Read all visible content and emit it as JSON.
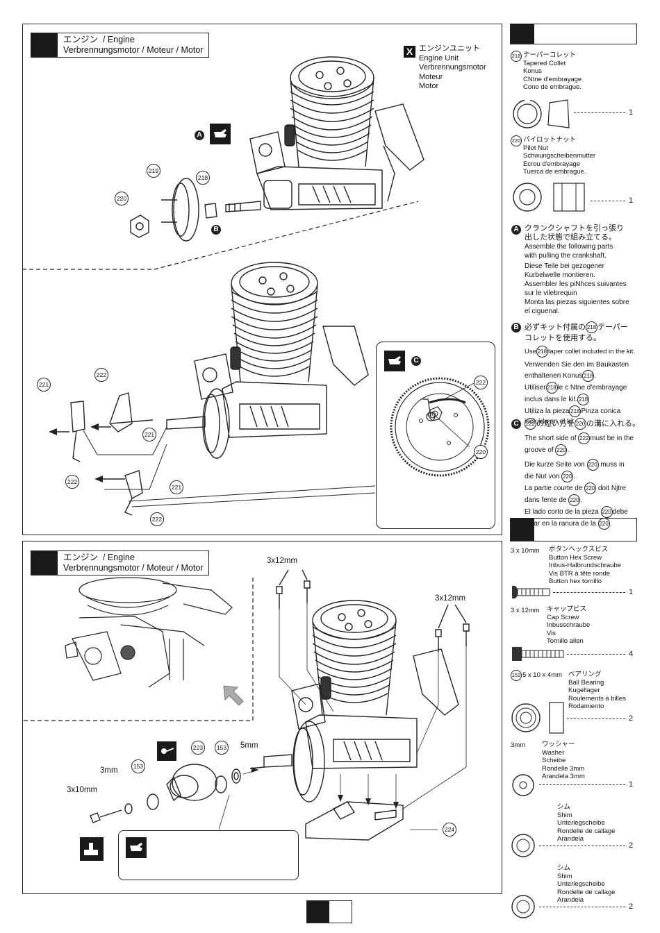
{
  "section1": {
    "title_ja": "エンジン",
    "title_en": "/ Engine",
    "title_rest": "Verbrennungsmotor / Moteur / Motor",
    "engine_unit": [
      "エンジンユニット",
      "Engine Unit",
      "Verbrennungsmotor",
      "Moteur",
      "Motor"
    ],
    "callouts": [
      "219",
      "218",
      "220",
      "222",
      "221",
      "222",
      "221",
      "221",
      "222",
      "222",
      "220"
    ],
    "letters": {
      "a": "A",
      "b": "B",
      "c": "C",
      "x": "X"
    }
  },
  "parts1": {
    "p218_num": "218",
    "p218": [
      "テーパーコレット",
      "Tapered Collet",
      "Konus",
      "CNtne d'embrayage",
      "Cono de embrague."
    ],
    "p218_qty": "1",
    "p220_num": "220",
    "p220": [
      "パイロットナット",
      "Pilot Nut",
      "Schwungscheibenmutter",
      "Ecrou d'embrayage",
      "Tuerca de embrague."
    ],
    "p220_qty": "1"
  },
  "notes": {
    "a_letter": "A",
    "a": [
      "クランクシャフトを引っ張り",
      "出した状態で組み立てる。",
      "Assemble the following parts",
      "with pulling the crankshaft.",
      "Diese Teile bei gezogener",
      "Kurbelwelle montieren.",
      "Assembler les piNhces suivantes",
      "sur le vilebrequin",
      "Monta las piezas siguientes sobre",
      "el ciguenal."
    ],
    "b_letter": "B",
    "b_ja1": "必ずキット付属の",
    "b_ja1b": "テーパー",
    "b_ja2": "コレットを使用する。",
    "b_en_pre": "Use",
    "b_en_post": "taper collet included in the kit.",
    "b_de1": "Verwenden Sie den im Baukasten",
    "b_de2": "enthaltenen Konus",
    "b_fr1_pre": "Utiliser",
    "b_fr1_post": "le c Ntne d'embrayage",
    "b_fr2": "inclus dans le kit.",
    "b_es1_pre": "Utiliza la pieza",
    "b_es1_post": "Pinza conica",
    "b_es2": "incluida en el kit.",
    "c_letter": "C",
    "c_ja_post": "の短い方を",
    "c_ja_post2": "の溝に入れる。",
    "c_en1_pre": "The short side of",
    "c_en1_post": "must be in the",
    "c_en2": "groove of",
    "c_de1_pre": "Die kurze Seite von",
    "c_de1_post": "muss in",
    "c_de2": "die Nut von",
    "c_fr1_pre": "La partie courte de",
    "c_fr1_post": "doit Njtre",
    "c_fr2": "dans fente de",
    "c_es1_pre": "El lado corto de la pieza",
    "c_es1_post": "debe",
    "c_es2": "estar en la ranura de la",
    "n218": "218",
    "n220": "220",
    "n222": "222"
  },
  "section2": {
    "title_ja": "エンジン",
    "title_en": "/ Engine",
    "title_rest": "Verbrennungsmotor / Moteur / Motor",
    "labels": {
      "l3x12a": "3x12mm",
      "l3x12b": "3x12mm",
      "l5mm": "5mm",
      "l3mm": "3mm",
      "l3x10": "3x10mm"
    },
    "callouts": [
      "223",
      "153",
      "153",
      "224"
    ]
  },
  "parts2": {
    "p1_size": "3 x 10mm",
    "p1": [
      "ボタンヘックスビス",
      "Button Hex Screw",
      "Inbus-Halbrundschraube",
      "Vis BTR à tête ronde",
      "Button hex tornillo"
    ],
    "p1_qty": "1",
    "p2_size": "3 x 12mm",
    "p2": [
      "キャップビス",
      "Cap Screw",
      "Inbusschraube",
      "Vis",
      "Tornillo allen"
    ],
    "p2_qty": "4",
    "p3_num": "153",
    "p3_size": "5 x 10 x 4mm",
    "p3": [
      "ベアリング",
      "Ball Bearing",
      "Kugellager",
      "Roulements à billes",
      "Rodamiento"
    ],
    "p3_qty": "2",
    "p4_size": "3mm",
    "p4": [
      "ワッシャー",
      "Washer",
      "Scheibe",
      "Rondelle 3mm",
      "Arandela 3mm"
    ],
    "p4_qty": "1",
    "p5": [
      "シム",
      "Shim",
      "Unterlegscheibe",
      "Rondelle de callage",
      "Arandela"
    ],
    "p5_qty": "2",
    "p6": [
      "シム",
      "Shim",
      "Unterlegscheibe",
      "Rondelle de callage",
      "Arandela"
    ],
    "p6_qty": "2"
  }
}
